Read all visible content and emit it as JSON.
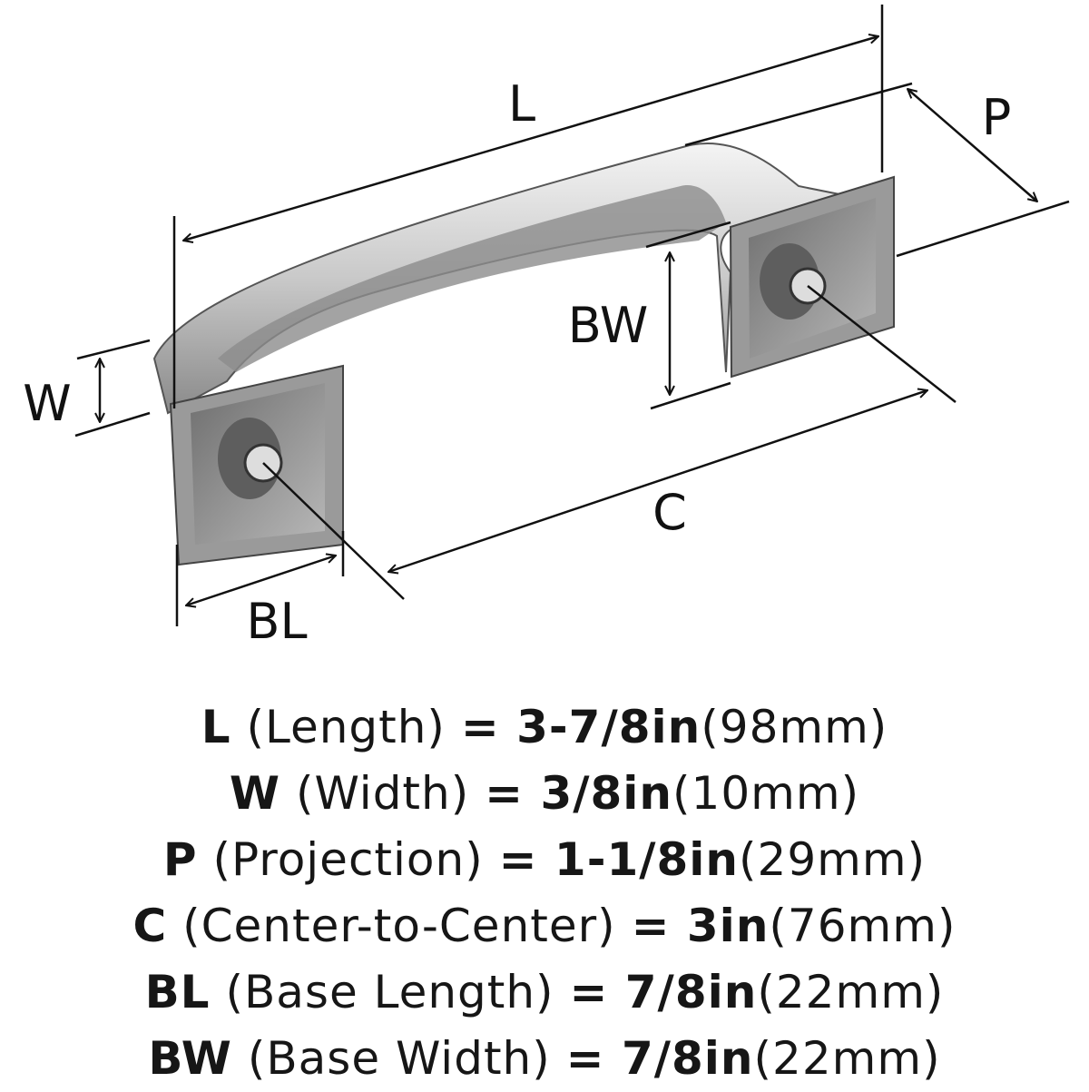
{
  "diagram": {
    "labels": {
      "L": "L",
      "P": "P",
      "BW": "BW",
      "W": "W",
      "C": "C",
      "BL": "BL"
    }
  },
  "specs": [
    {
      "key": "L",
      "name": " (Length) ",
      "value": "= 3-7/8in",
      "metric": "(98mm)"
    },
    {
      "key": "W",
      "name": " (Width) ",
      "value": "= 3/8in",
      "metric": "(10mm)"
    },
    {
      "key": "P",
      "name": " (Projection) ",
      "value": "= 1-1/8in",
      "metric": "(29mm)"
    },
    {
      "key": "C",
      "name": " (Center-to-Center) ",
      "value": "= 3in",
      "metric": "(76mm)"
    },
    {
      "key": "BL",
      "name": " (Base Length) ",
      "value": "= 7/8in",
      "metric": "(22mm)"
    },
    {
      "key": "BW",
      "name": " (Base Width) ",
      "value": "= 7/8in",
      "metric": "(22mm)"
    }
  ]
}
